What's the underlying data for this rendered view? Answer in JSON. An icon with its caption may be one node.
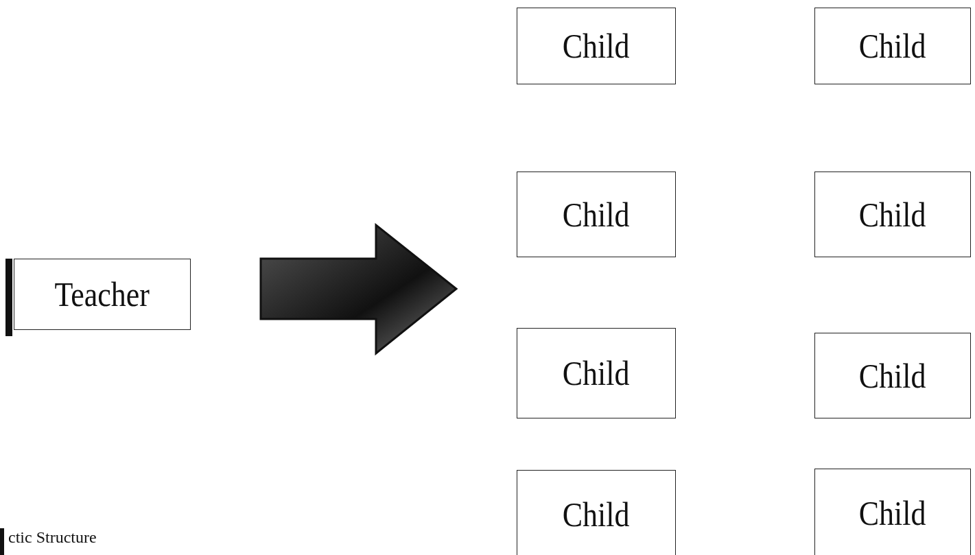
{
  "diagram": {
    "nodes": [
      {
        "text": [
          "Teacher"
        ]
      },
      {
        "text": [
          "Child"
        ]
      },
      {
        "text": [
          "Child"
        ]
      },
      {
        "text": [
          "Child"
        ]
      },
      {
        "text": [
          "Child"
        ]
      },
      {
        "text": [
          "Child"
        ]
      },
      {
        "text": [
          "Child"
        ]
      },
      {
        "text": [
          "Child"
        ]
      },
      {
        "text": [
          "Child"
        ]
      }
    ],
    "labels": [
      "ctic Structure"
    ]
  }
}
